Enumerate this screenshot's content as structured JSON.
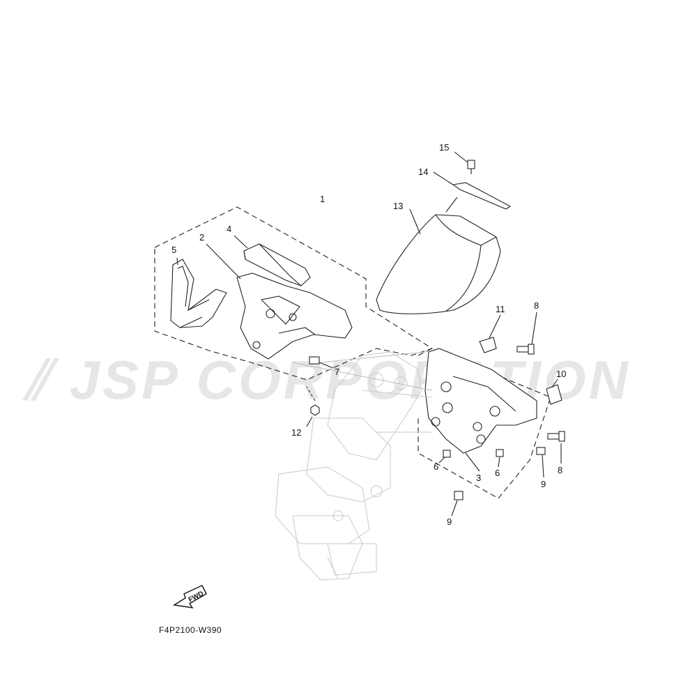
{
  "diagram": {
    "code": "F4P2100-W390",
    "watermark": "JSP CORPORATION",
    "fwd_label": "FWD",
    "callouts": {
      "c1": "1",
      "c2": "2",
      "c3": "3",
      "c4": "4",
      "c5": "5",
      "c6a": "6",
      "c6b": "6",
      "c7": "7",
      "c8a": "8",
      "c8b": "8",
      "c9a": "9",
      "c9b": "9",
      "c10": "10",
      "c11": "11",
      "c12": "12",
      "c13": "13",
      "c14": "14",
      "c15": "15"
    }
  }
}
